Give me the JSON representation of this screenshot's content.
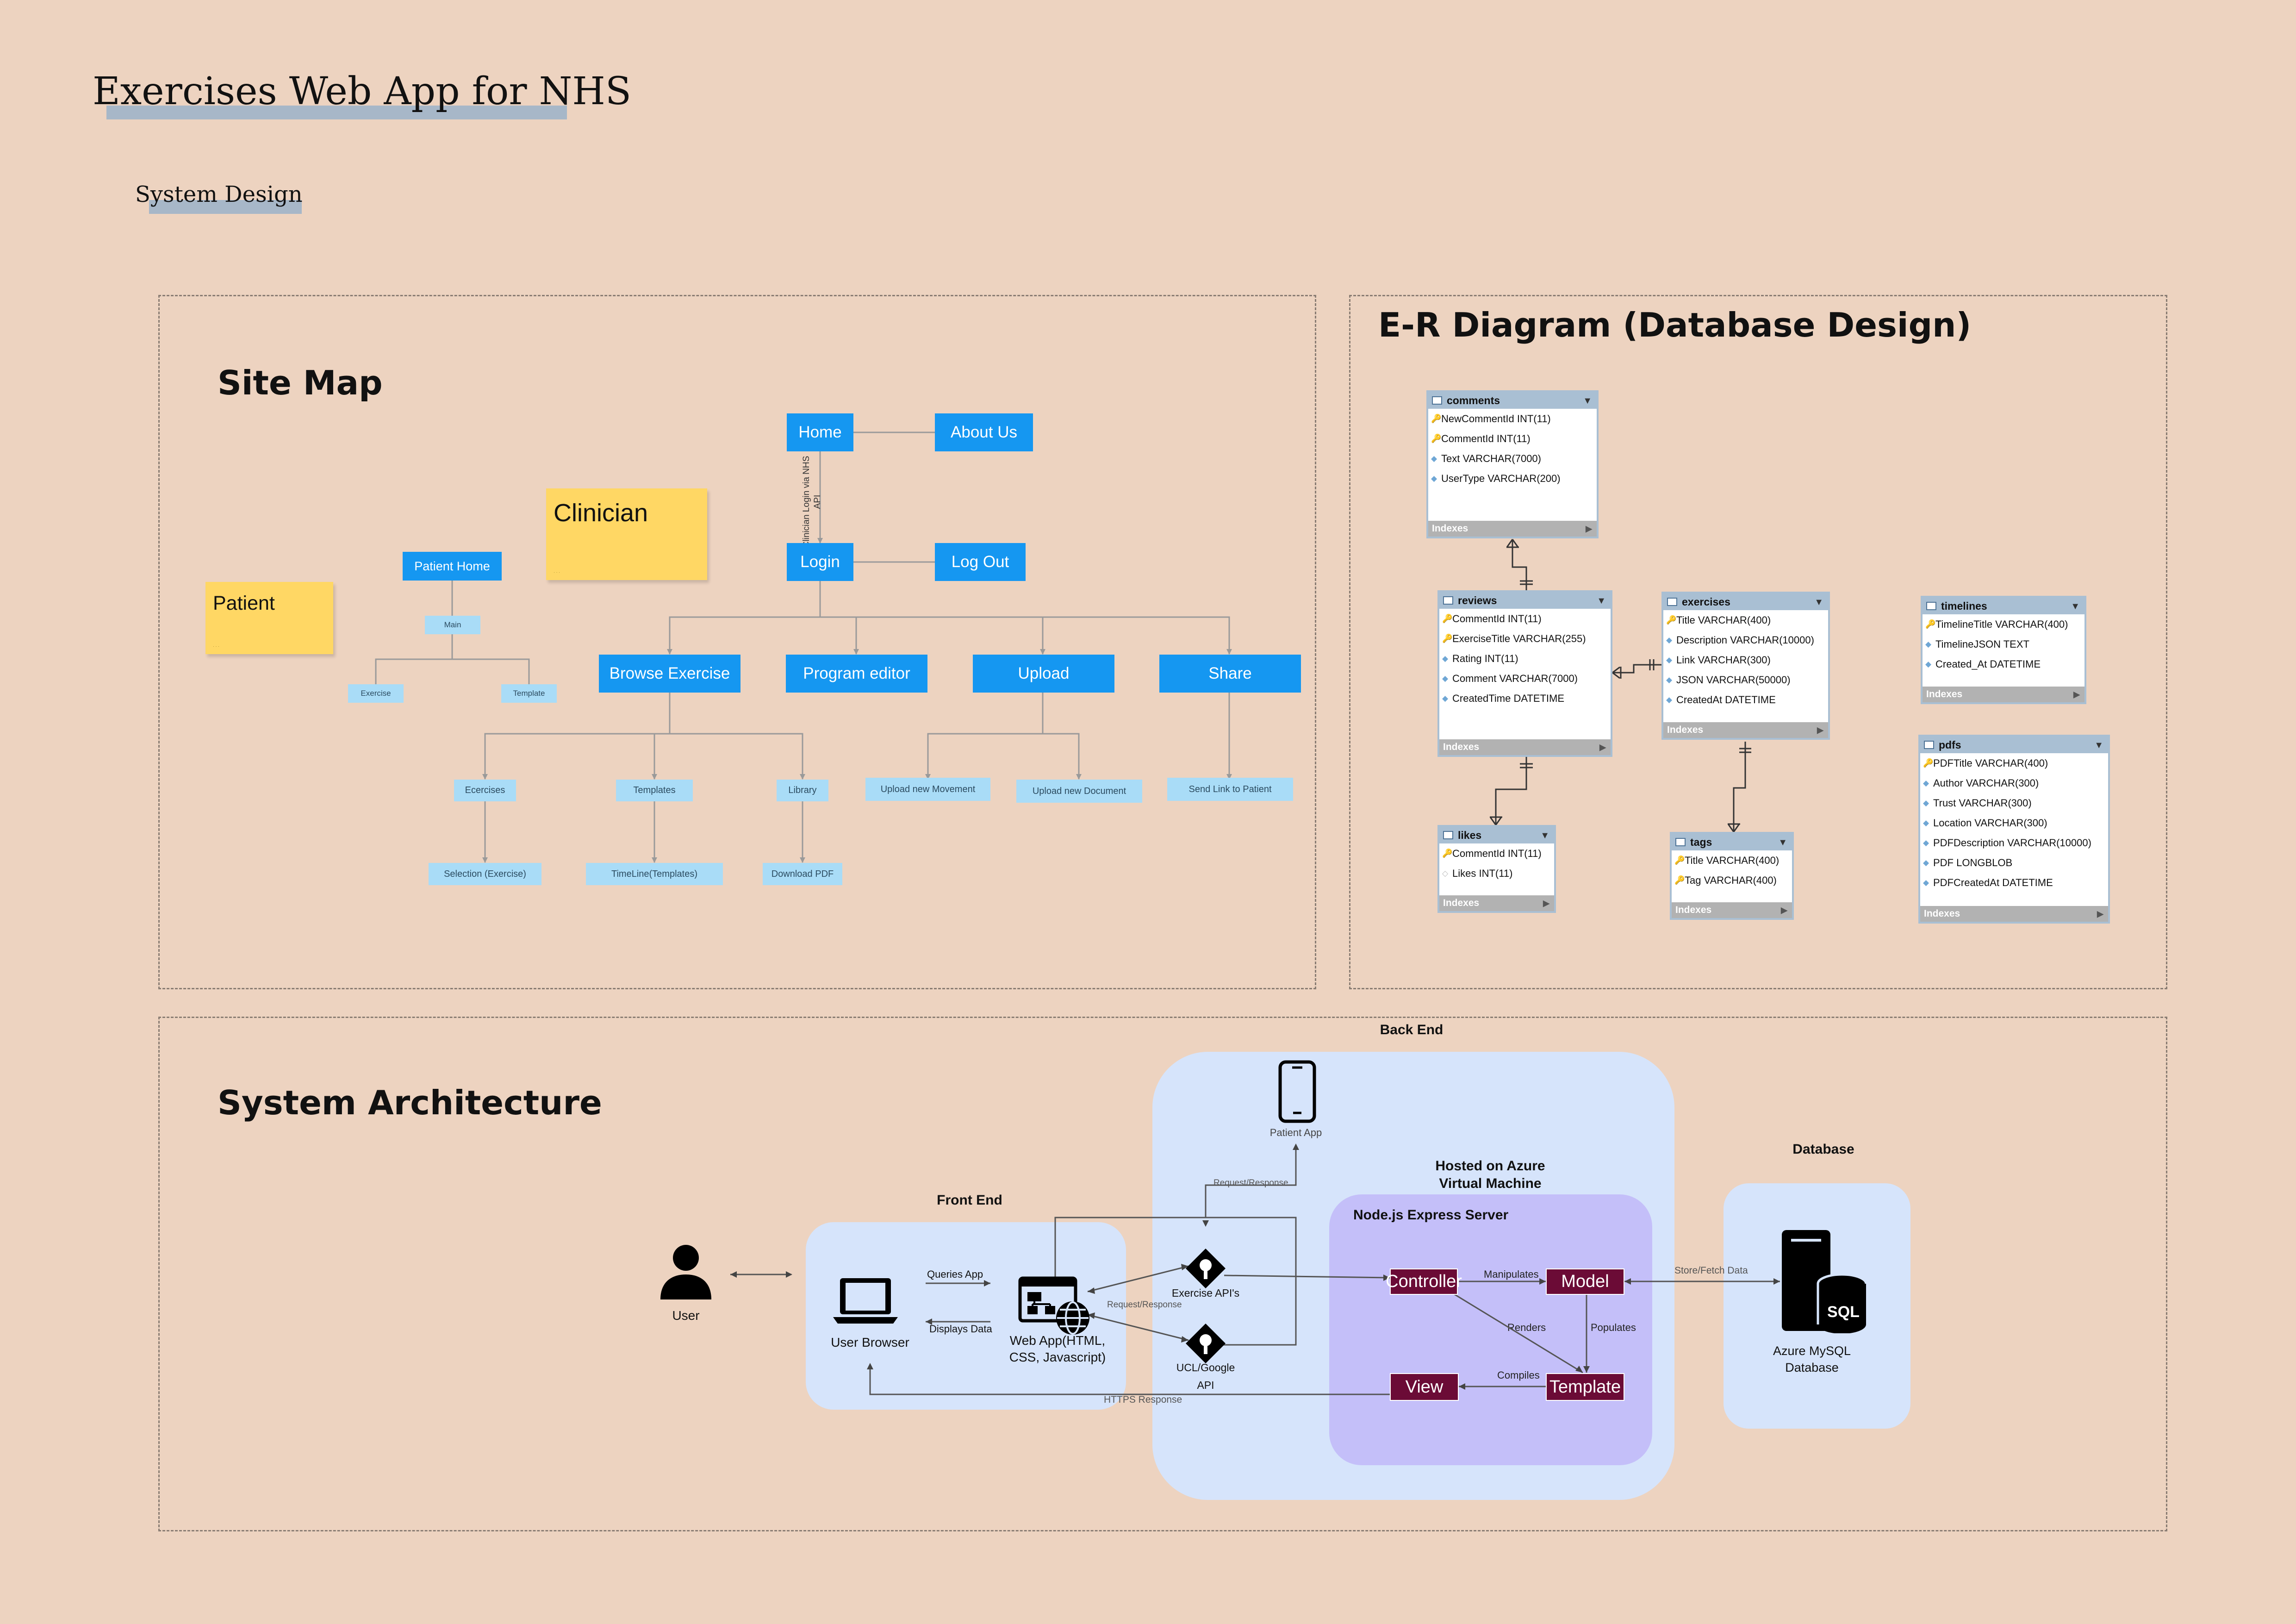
{
  "header": {
    "title": "Exercises Web App for NHS",
    "subtitle": "System Design"
  },
  "sitemap": {
    "title": "Site Map",
    "nodes": {
      "home": "Home",
      "about": "About Us",
      "login": "Login",
      "logout": "Log Out",
      "browse": "Browse Exercise",
      "program": "Program editor",
      "upload": "Upload",
      "share": "Share",
      "patient_home": "Patient Home",
      "main": "Main",
      "exercise": "Exercise",
      "template": "Template",
      "ecercises": "Ecercises",
      "templates": "Templates",
      "library": "Library",
      "upload_movement": "Upload new Movement",
      "upload_document": "Upload new Document",
      "send_link": "Send Link to Patient",
      "selection": "Selection (Exercise)",
      "timeline": "TimeLine(Templates)",
      "download_pdf": "Download PDF"
    },
    "edge_label": "Clinician Login via NHS API",
    "stickies": {
      "clinician": "Clinician",
      "patient": "Patient"
    }
  },
  "er": {
    "title": "E-R Diagram (Database Design)",
    "indexes_label": "Indexes",
    "tables": {
      "comments": {
        "name": "comments",
        "rows": [
          {
            "key": true,
            "text": "NewCommentId INT(11)"
          },
          {
            "key": true,
            "text": "CommentId INT(11)"
          },
          {
            "key": false,
            "text": "Text VARCHAR(7000)"
          },
          {
            "key": false,
            "text": "UserType VARCHAR(200)"
          }
        ]
      },
      "reviews": {
        "name": "reviews",
        "rows": [
          {
            "key": true,
            "text": "CommentId INT(11)"
          },
          {
            "key": true,
            "text": "ExerciseTitle VARCHAR(255)"
          },
          {
            "key": false,
            "text": "Rating INT(11)"
          },
          {
            "key": false,
            "text": "Comment VARCHAR(7000)"
          },
          {
            "key": false,
            "text": "CreatedTime DATETIME"
          }
        ]
      },
      "exercises": {
        "name": "exercises",
        "rows": [
          {
            "key": true,
            "text": "Title VARCHAR(400)"
          },
          {
            "key": false,
            "text": "Description VARCHAR(10000)"
          },
          {
            "key": false,
            "text": "Link VARCHAR(300)"
          },
          {
            "key": false,
            "text": "JSON VARCHAR(50000)"
          },
          {
            "key": false,
            "text": "CreatedAt DATETIME"
          }
        ]
      },
      "timelines": {
        "name": "timelines",
        "rows": [
          {
            "key": true,
            "text": "TimelineTitle VARCHAR(400)"
          },
          {
            "key": false,
            "text": "TimelineJSON TEXT"
          },
          {
            "key": false,
            "text": "Created_At DATETIME"
          }
        ]
      },
      "likes": {
        "name": "likes",
        "rows": [
          {
            "key": true,
            "text": "CommentId INT(11)"
          },
          {
            "key": false,
            "text": "Likes INT(11)"
          }
        ]
      },
      "tags": {
        "name": "tags",
        "rows": [
          {
            "key": true,
            "text": "Title VARCHAR(400)"
          },
          {
            "key": true,
            "text": "Tag VARCHAR(400)"
          }
        ]
      },
      "pdfs": {
        "name": "pdfs",
        "rows": [
          {
            "key": true,
            "text": "PDFTitle VARCHAR(400)"
          },
          {
            "key": false,
            "text": "Author VARCHAR(300)"
          },
          {
            "key": false,
            "text": "Trust VARCHAR(300)"
          },
          {
            "key": false,
            "text": "Location VARCHAR(300)"
          },
          {
            "key": false,
            "text": "PDFDescription VARCHAR(10000)"
          },
          {
            "key": false,
            "text": "PDF LONGBLOB"
          },
          {
            "key": false,
            "text": "PDFCreatedAt DATETIME"
          }
        ]
      }
    }
  },
  "architecture": {
    "title": "System Architecture",
    "back_end": "Back End",
    "front_end": "Front End",
    "hosted": "Hosted on Azure Virtual Machine",
    "server": "Node.js Express Server",
    "database_group": "Database",
    "user": "User",
    "user_browser": "User Browser",
    "web_app": "Web App(HTML, CSS, Javascript)",
    "patient_app": "Patient App",
    "exercise_api": "Exercise API's",
    "ucl_api": "UCL/Google API",
    "controller": "Controller",
    "model": "Model",
    "view": "View",
    "template": "Template",
    "azure_db": "Azure MySQL Database",
    "sql_badge": "SQL",
    "edges": {
      "queries_app": "Queries App",
      "displays_data": "Displays Data",
      "request_response": "Request/Response",
      "manipulates": "Manipulates",
      "renders": "Renders",
      "populates": "Populates",
      "compiles": "Compiles",
      "https_response": "HTTPS Response",
      "store_fetch": "Store/Fetch Data"
    }
  },
  "colors": {
    "background": "#edd3c0",
    "blue_node": "#1597f1",
    "light_node": "#a9dcf7",
    "sticky": "#ffd764",
    "mvc": "#6b0b36",
    "backend_bg": "#d6e4fb",
    "server_bg": "#c4bff9"
  }
}
